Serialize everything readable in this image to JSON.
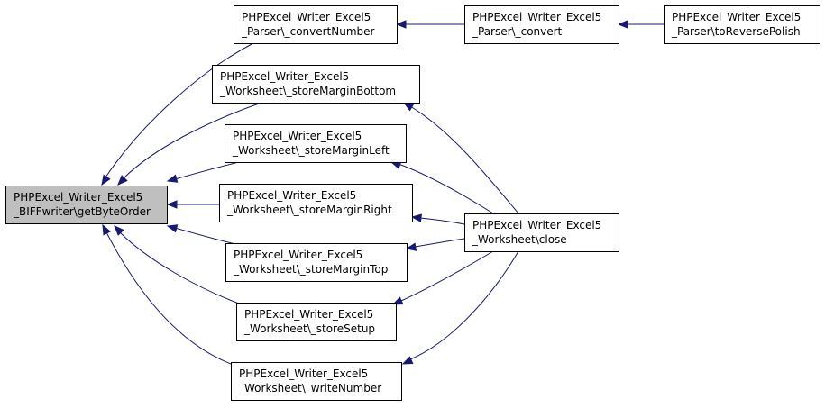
{
  "graph": {
    "nodes": [
      {
        "id": "getByteOrder",
        "lines": [
          "PHPExcel_Writer_Excel5",
          "_BIFFwriter\\getByteOrder"
        ],
        "focus": true
      },
      {
        "id": "convertNumber",
        "lines": [
          "PHPExcel_Writer_Excel5",
          "_Parser\\_convertNumber"
        ]
      },
      {
        "id": "convert",
        "lines": [
          "PHPExcel_Writer_Excel5",
          "_Parser\\_convert"
        ]
      },
      {
        "id": "toReversePolish",
        "lines": [
          "PHPExcel_Writer_Excel5",
          "_Parser\\toReversePolish"
        ]
      },
      {
        "id": "storeMarginBottom",
        "lines": [
          "PHPExcel_Writer_Excel5",
          "_Worksheet\\_storeMarginBottom"
        ]
      },
      {
        "id": "storeMarginLeft",
        "lines": [
          "PHPExcel_Writer_Excel5",
          "_Worksheet\\_storeMarginLeft"
        ]
      },
      {
        "id": "storeMarginRight",
        "lines": [
          "PHPExcel_Writer_Excel5",
          "_Worksheet\\_storeMarginRight"
        ]
      },
      {
        "id": "storeMarginTop",
        "lines": [
          "PHPExcel_Writer_Excel5",
          "_Worksheet\\_storeMarginTop"
        ]
      },
      {
        "id": "storeSetup",
        "lines": [
          "PHPExcel_Writer_Excel5",
          "_Worksheet\\_storeSetup"
        ]
      },
      {
        "id": "writeNumber",
        "lines": [
          "PHPExcel_Writer_Excel5",
          "_Worksheet\\_writeNumber"
        ]
      },
      {
        "id": "close",
        "lines": [
          "PHPExcel_Writer_Excel5",
          "_Worksheet\\close"
        ]
      }
    ],
    "edges": [
      {
        "from": "convertNumber",
        "to": "getByteOrder"
      },
      {
        "from": "storeMarginBottom",
        "to": "getByteOrder"
      },
      {
        "from": "storeMarginLeft",
        "to": "getByteOrder"
      },
      {
        "from": "storeMarginRight",
        "to": "getByteOrder"
      },
      {
        "from": "storeMarginTop",
        "to": "getByteOrder"
      },
      {
        "from": "storeSetup",
        "to": "getByteOrder"
      },
      {
        "from": "writeNumber",
        "to": "getByteOrder"
      },
      {
        "from": "convert",
        "to": "convertNumber"
      },
      {
        "from": "toReversePolish",
        "to": "convert"
      },
      {
        "from": "close",
        "to": "storeMarginBottom"
      },
      {
        "from": "close",
        "to": "storeMarginLeft"
      },
      {
        "from": "close",
        "to": "storeMarginRight"
      },
      {
        "from": "close",
        "to": "storeMarginTop"
      },
      {
        "from": "close",
        "to": "storeSetup"
      },
      {
        "from": "close",
        "to": "writeNumber"
      }
    ],
    "colors": {
      "edge": "#191970",
      "focus_fill": "#bfbfbf",
      "node_fill": "#ffffff"
    }
  }
}
